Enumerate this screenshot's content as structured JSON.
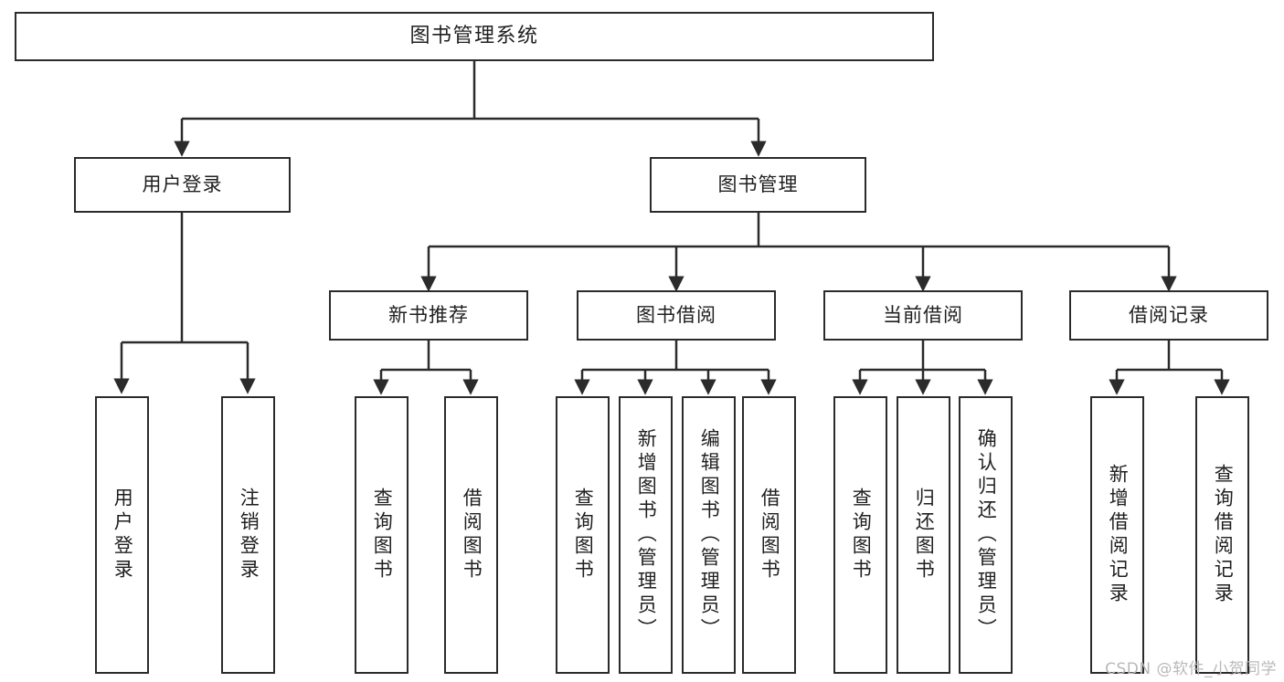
{
  "diagram": {
    "type": "tree",
    "title": "图书管理系统",
    "orientation": "top-down",
    "colors": {
      "background": "#ffffff",
      "node_border": "#2b2b2b",
      "node_fill": "#ffffff",
      "edge": "#2b2b2b",
      "text": "#1f1f1f",
      "watermark": "#b9b9b9"
    }
  },
  "nodes": {
    "root": {
      "label": "图书管理系统"
    },
    "level2": [
      {
        "id": "user-login",
        "label": "用户登录"
      },
      {
        "id": "book-manage",
        "label": "图书管理"
      }
    ],
    "level3": [
      {
        "id": "new-book-recommend",
        "label": "新书推荐"
      },
      {
        "id": "book-borrow",
        "label": "图书借阅"
      },
      {
        "id": "current-borrow",
        "label": "当前借阅"
      },
      {
        "id": "borrow-record",
        "label": "借阅记录"
      }
    ],
    "leaves": {
      "user_login": [
        {
          "id": "leaf-user-login",
          "label": "用户登录"
        },
        {
          "id": "leaf-logout-login",
          "label": "注销登录"
        }
      ],
      "new_book_recommend": [
        {
          "id": "leaf-query-book-1",
          "label": "查询图书"
        },
        {
          "id": "leaf-borrow-book-1",
          "label": "借阅图书"
        }
      ],
      "book_borrow": [
        {
          "id": "leaf-query-book-2",
          "label": "查询图书"
        },
        {
          "id": "leaf-add-book",
          "label": "新增图书（管理员）"
        },
        {
          "id": "leaf-edit-book",
          "label": "编辑图书（管理员）"
        },
        {
          "id": "leaf-borrow-book-2",
          "label": "借阅图书"
        }
      ],
      "current_borrow": [
        {
          "id": "leaf-query-book-3",
          "label": "查询图书"
        },
        {
          "id": "leaf-return-book",
          "label": "归还图书"
        },
        {
          "id": "leaf-confirm-return",
          "label": "确认归还（管理员）"
        }
      ],
      "borrow_record": [
        {
          "id": "leaf-add-record",
          "label": "新增借阅记录"
        },
        {
          "id": "leaf-query-record",
          "label": "查询借阅记录"
        }
      ]
    }
  },
  "watermark": {
    "text": "CSDN @软件_小贺同学"
  }
}
